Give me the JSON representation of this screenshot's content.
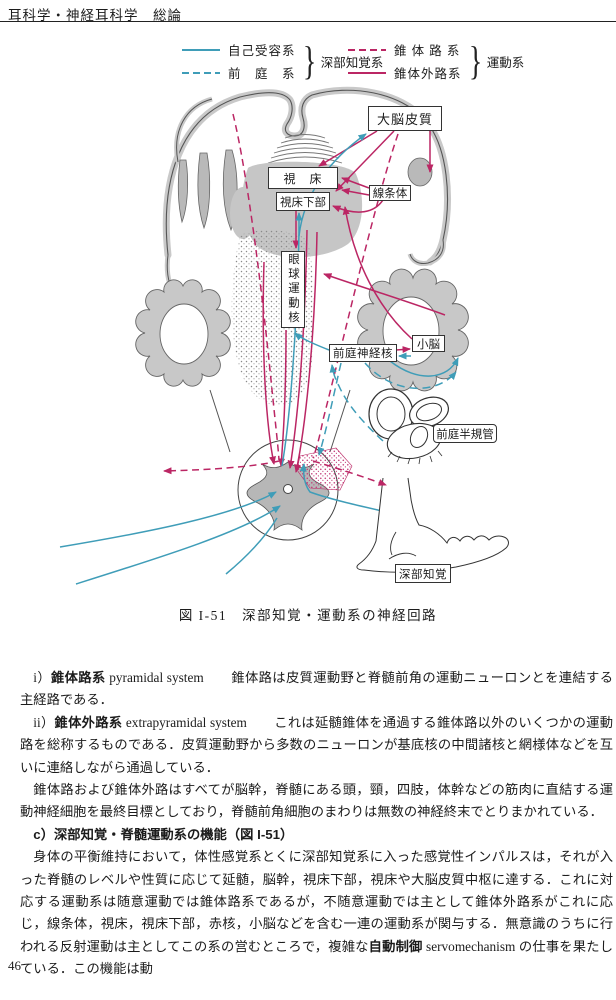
{
  "header": {
    "title": "耳科学・神経耳科学　総論"
  },
  "legend": {
    "brace": "}",
    "groups": [
      {
        "brace_label": "深部知覚系",
        "items": [
          {
            "label": "自己受容系",
            "style": "solid",
            "color": "#3f9db8"
          },
          {
            "label": "前　庭　系",
            "style": "dashed",
            "color": "#3f9db8"
          }
        ]
      },
      {
        "brace_label": "運動系",
        "items": [
          {
            "label": "錐 体 路 系",
            "style": "dashed",
            "color": "#bb2664"
          },
          {
            "label": "錐体外路系",
            "style": "solid",
            "color": "#bb2664"
          }
        ]
      }
    ]
  },
  "diagram": {
    "colors": {
      "proprioceptive_blue": "#3f9db8",
      "motor_magenta": "#bb2664",
      "gray_matter": "#c6c6c6"
    },
    "nodes": {
      "cortex": "大脳皮質",
      "thalamus": "視　床",
      "hypothalamus": "視床下部",
      "striatum": "線条体",
      "oculomotor": "眼球運動核",
      "vestibular_nucleus": "前庭神経核",
      "cerebellum": "小脳",
      "semicircular_canals": "前庭半規管",
      "deep_sensation": "深部知覚"
    },
    "caption": "図 I-51　深部知覚・運動系の神経回路"
  },
  "body": {
    "paragraphs": [
      {
        "segments": [
          {
            "t": "i）",
            "b": false
          },
          {
            "t": "錐体路系",
            "b": true
          },
          {
            "t": " pyramidal system　　錐体路は皮質運動野と脊髄前角の運動ニューロンとを連結する主経路である．",
            "b": false
          }
        ]
      },
      {
        "segments": [
          {
            "t": "ii）",
            "b": false
          },
          {
            "t": "錐体外路系",
            "b": true
          },
          {
            "t": " extrapyramidal system　　これは延髄錐体を通過する錐体路以外のいくつかの運動路を総称するものである．皮質運動野から多数のニューロンが基底核の中間諸核と網様体などを互いに連絡しながら通過している．",
            "b": false
          }
        ]
      },
      {
        "segments": [
          {
            "t": "錐体路および錐体外路はすべてが脳幹，脊髄にある頭，頸，四肢，体幹などの筋肉に直結する運動神経細胞を最終目標としており，脊髄前角細胞のまわりは無数の神経終末でとりまかれている．",
            "b": false
          }
        ]
      },
      {
        "segments": [
          {
            "t": "c）深部知覚・脊髄運動系の機能（図 I-51）",
            "b": true
          }
        ]
      },
      {
        "segments": [
          {
            "t": "身体の平衡維持において，体性感覚系とくに深部知覚系に入った感覚性インパルスは，それが入った脊髄のレベルや性質に応じて延髄，脳幹，視床下部，視床や大脳皮質中枢に達する．これに対応する運動系は随意運動では錐体路系であるが，不随意運動では主として錐体外路系がこれに応じ，線条体，視床，視床下部，赤核，小脳などを含む一連の運動系が関与する．無意識のうちに行われる反射運動は主としてこの系の営むところで，複雑な",
            "b": false
          },
          {
            "t": "自動制御",
            "b": true
          },
          {
            "t": " servomechanism の仕事を果たしている．この機能は動",
            "b": false
          }
        ]
      }
    ]
  },
  "footer": {
    "page_number": "46"
  }
}
